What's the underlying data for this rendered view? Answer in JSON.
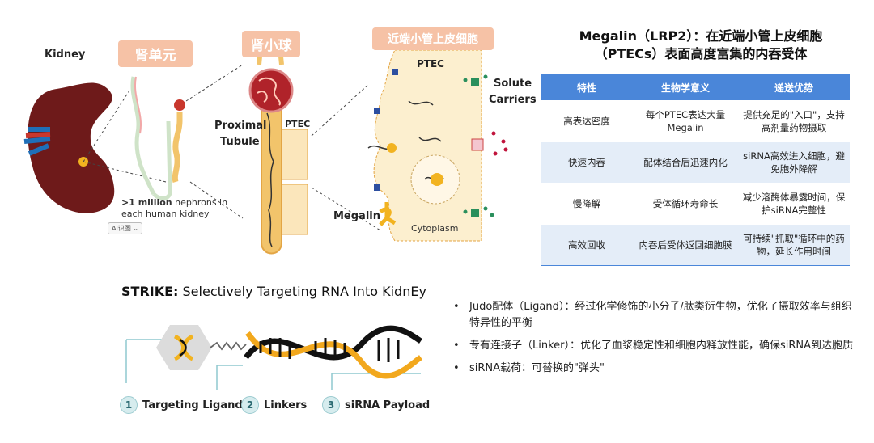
{
  "kidney": {
    "label": "Kidney",
    "nephron_tag": "肾单元",
    "glomerulus_tag": "肾小球",
    "ptec_tag": "近端小管上皮细胞",
    "nephron_count_bold": ">1 million",
    "nephron_count_rest": " nephrons in",
    "nephron_count_line2": "each human kidney",
    "ai_badge": "AI识图 ⌄",
    "proximal_label": "Proximal",
    "tubule_label": "Tubule",
    "ptec_label_tube": "PTEC",
    "ptec_label_cell": "PTEC",
    "solute_label": "Solute",
    "carriers_label": "Carriers",
    "megalin_label": "Megalin",
    "cytoplasm_label": "Cytoplasm"
  },
  "megalin_panel": {
    "title_line1": "Megalin（LRP2）：在近端小管上皮细胞",
    "title_line2": "（PTECs）表面高度富集的内吞受体",
    "headers": [
      "特性",
      "生物学意义",
      "递送优势"
    ],
    "rows": [
      [
        "高表达密度",
        "每个PTEC表达大量Megalin",
        "提供充足的\"入口\"，支持高剂量药物摄取"
      ],
      [
        "快速内吞",
        "配体结合后迅速内化",
        "siRNA高效进入细胞，避免胞外降解"
      ],
      [
        "慢降解",
        "受体循环寿命长",
        "减少溶酶体暴露时间，保护siRNA完整性"
      ],
      [
        "高效回收",
        "内吞后受体返回细胞膜",
        "可持续\"抓取\"循环中的药物，延长作用时间"
      ]
    ]
  },
  "strike": {
    "prefix": "STRIKE:",
    "rest": " Selectively Targeting RNA Into KidnEy",
    "legend": [
      {
        "num": "1",
        "label": "Targeting Ligands"
      },
      {
        "num": "2",
        "label": "Linkers"
      },
      {
        "num": "3",
        "label": "siRNA Payload"
      }
    ]
  },
  "bullets": [
    "Judo配体（Ligand）：经过化学修饰的小分子/肽类衍生物，优化了摄取效率与组织特异性的平衡",
    "专有连接子（Linker）：优化了血浆稳定性和细胞内释放性能，确保siRNA到达胞质",
    "siRNA载荷：可替换的\"弹头\""
  ],
  "colors": {
    "tag_bg": "#f6c2a6",
    "table_header": "#4a86d9",
    "table_alt_row": "#e4edf8",
    "kidney": "#6e1a1a",
    "tubule": "#f2c46b",
    "helix_black": "#111111",
    "helix_orange": "#f2a81d"
  }
}
